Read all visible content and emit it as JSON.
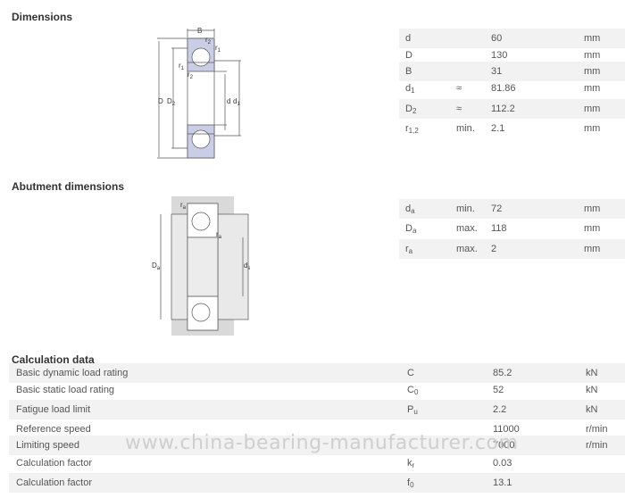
{
  "sections": {
    "dimensions": "Dimensions",
    "abutment": "Abutment dimensions",
    "calculation": "Calculation data"
  },
  "dimensions": [
    {
      "sym": "d",
      "sub": "",
      "qual": "",
      "val": "60",
      "unit": "mm"
    },
    {
      "sym": "D",
      "sub": "",
      "qual": "",
      "val": "130",
      "unit": "mm"
    },
    {
      "sym": "B",
      "sub": "",
      "qual": "",
      "val": "31",
      "unit": "mm"
    },
    {
      "sym": "d",
      "sub": "1",
      "qual": "≈",
      "val": "81.86",
      "unit": "mm"
    },
    {
      "sym": "D",
      "sub": "2",
      "qual": "≈",
      "val": "112.2",
      "unit": "mm"
    },
    {
      "sym": "r",
      "sub": "1,2",
      "qual": "min.",
      "val": "2.1",
      "unit": "mm"
    }
  ],
  "abutment": [
    {
      "sym": "d",
      "sub": "a",
      "qual": "min.",
      "val": "72",
      "unit": "mm"
    },
    {
      "sym": "D",
      "sub": "a",
      "qual": "max.",
      "val": "118",
      "unit": "mm"
    },
    {
      "sym": "r",
      "sub": "a",
      "qual": "max.",
      "val": "2",
      "unit": "mm"
    }
  ],
  "calculation": [
    {
      "label": "Basic dynamic load rating",
      "sym": "C",
      "sub": "",
      "val": "85.2",
      "unit": "kN"
    },
    {
      "label": "Basic static load rating",
      "sym": "C",
      "sub": "0",
      "val": "52",
      "unit": "kN"
    },
    {
      "label": "Fatigue load limit",
      "sym": "P",
      "sub": "u",
      "val": "2.2",
      "unit": "kN"
    },
    {
      "label": "Reference speed",
      "sym": "",
      "sub": "",
      "val": "11000",
      "unit": "r/min"
    },
    {
      "label": "Limiting speed",
      "sym": "",
      "sub": "",
      "val": "7000",
      "unit": "r/min"
    },
    {
      "label": "Calculation factor",
      "sym": "k",
      "sub": "r",
      "val": "0.03",
      "unit": ""
    },
    {
      "label": "Calculation factor",
      "sym": "f",
      "sub": "0",
      "val": "13.1",
      "unit": ""
    }
  ],
  "diagram_labels": {
    "dim": {
      "B": "B",
      "r2a": "r",
      "r2a_sub": "2",
      "r1a": "r",
      "r1a_sub": "1",
      "r1b": "r",
      "r1b_sub": "1",
      "r2b": "r",
      "r2b_sub": "2",
      "D": "D",
      "D2": "D",
      "D2_sub": "2",
      "d": "d",
      "d1": "d",
      "d1_sub": "1"
    },
    "abut": {
      "ra1": "r",
      "ra1_sub": "a",
      "ra2": "r",
      "ra2_sub": "a",
      "Da": "D",
      "Da_sub": "a",
      "da": "d",
      "da_sub": "a"
    }
  },
  "watermark": "www.china-bearing-manufacturer.com",
  "colors": {
    "ring_fill": "#c9cde6",
    "ring_stroke": "#555555",
    "shade": "#f2f2f2",
    "housing": "#d9d9d9"
  }
}
